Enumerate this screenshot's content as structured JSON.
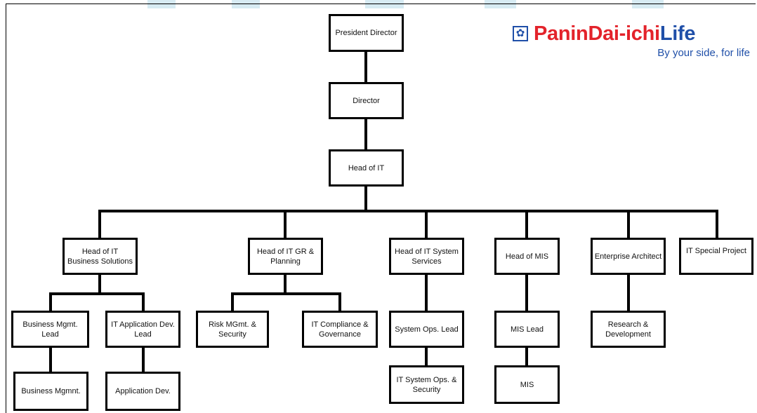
{
  "logo": {
    "brand_part1": "PaninDai-ichi",
    "brand_part2": "Life",
    "tagline": "By your side, for life",
    "icon": "flower-emblem-icon",
    "colors": {
      "red": "#e3232b",
      "blue": "#1f4fa8"
    }
  },
  "org_chart": {
    "president_director": "President Director",
    "director": "Director",
    "head_of_it": "Head of IT",
    "heads": {
      "business_solutions": "Head of IT Business Solutions",
      "gr_planning": "Head of IT GR & Planning",
      "system_services": "Head of IT System Services",
      "mis": "Head of MIS",
      "enterprise_architect": "Enterprise Architect",
      "special_project": "IT Special Project"
    },
    "leads": {
      "business_mgmt_lead": "Business Mgmt. Lead",
      "it_app_dev_lead": "IT Application Dev. Lead",
      "risk_mgmt_security": "Risk MGmt. & Security",
      "it_compliance_governance": "IT Compliance & Governance",
      "system_ops_lead": "System Ops. Lead",
      "mis_lead": "MIS Lead",
      "research_development": "Research & Development"
    },
    "staff": {
      "business_mgmnt": "Business Mgmnt.",
      "application_dev": "Application Dev.",
      "it_system_ops_security": "IT System Ops. & Security",
      "mis": "MIS"
    }
  }
}
